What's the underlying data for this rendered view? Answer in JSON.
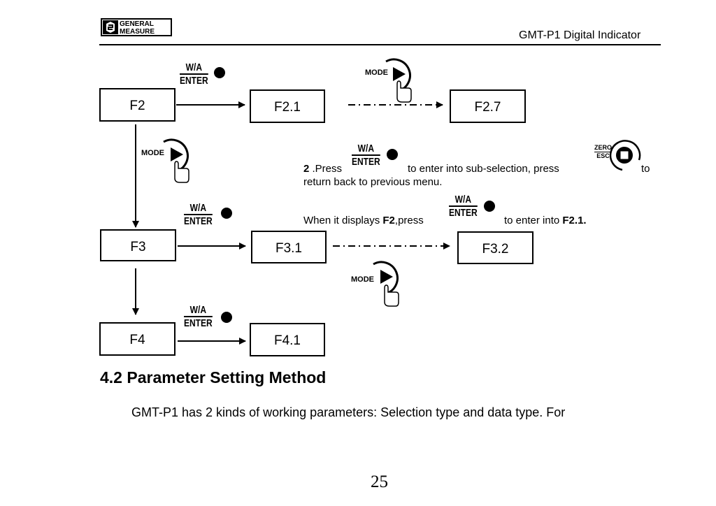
{
  "header": {
    "logo_line1": "GENERAL",
    "logo_line2": "MEASURE",
    "doc_title": "GMT-P1 Digital Indicator"
  },
  "keys": {
    "enter_top": "W/A",
    "enter_bottom": "ENTER",
    "mode": "MODE",
    "esc_top": "ZERO",
    "esc_bottom": "ESC"
  },
  "boxes": {
    "f2": "F2",
    "f21": "F2.1",
    "f27": "F2.7",
    "f3": "F3",
    "f31": "F3.1",
    "f32": "F3.2",
    "f4": "F4",
    "f41": "F4.1"
  },
  "instructions": {
    "num": "2",
    "press": " .Press",
    "enter_sub": "to enter into sub-selection, press",
    "to": "to",
    "return_back": "return back to previous menu.",
    "when_displays": "When it displays ",
    "f2_bold": "F2",
    "press2": ",press",
    "enter_into": "to enter into ",
    "f21_bold": "F2.1."
  },
  "section": {
    "heading": "4.2 Parameter Setting Method",
    "body": "GMT-P1 has 2 kinds of working parameters: Selection type and data type. For"
  },
  "page_number": "25"
}
